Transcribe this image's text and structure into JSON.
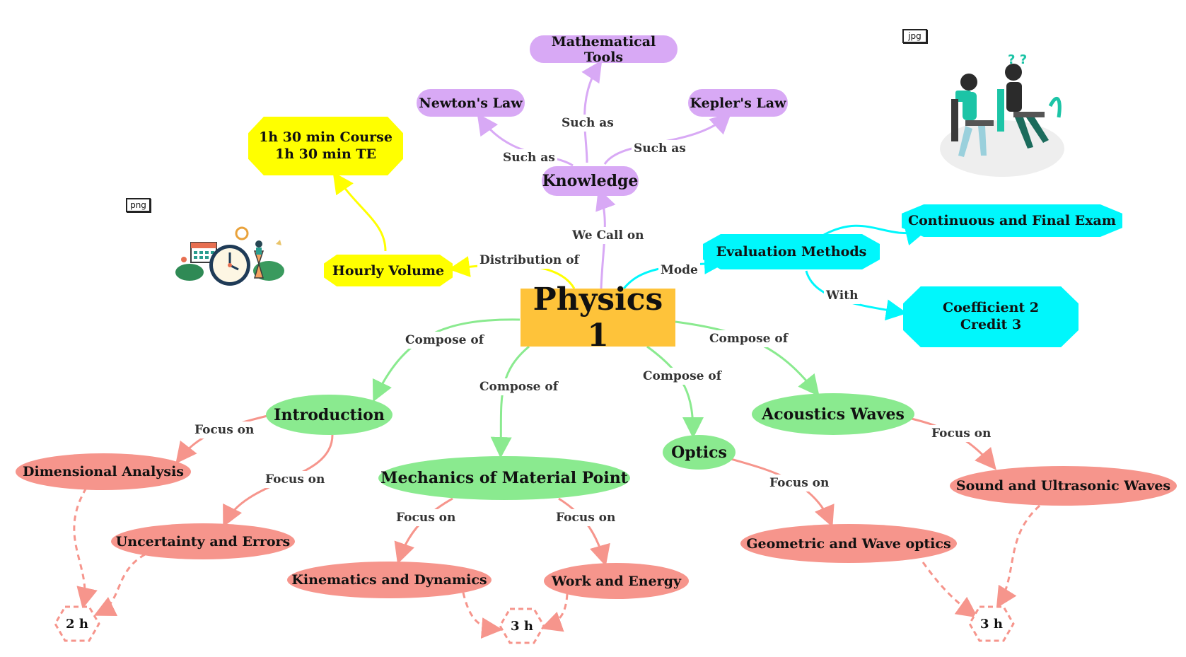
{
  "colors": {
    "center": "#fec33a",
    "knowledge": "#d8a9f5",
    "evaluation": "#00f7fc",
    "hours": "#ffff00",
    "chapter": "#8aea8f",
    "topic": "#f6958c",
    "hours_box": "#f6958c"
  },
  "central": {
    "title": "Physics 1"
  },
  "nodes": {
    "knowledge": "Knowledge",
    "math_tools": "Mathematical Tools",
    "newton": "Newton's Law",
    "kepler": "Kepler's Law",
    "hourly_volume": "Hourly Volume",
    "hours_course": "1h 30 min Course\n1h 30 min TE",
    "evaluation": "Evaluation Methods",
    "exam": "Continuous and Final Exam",
    "coefficient": "Coefficient 2\nCredit 3",
    "introduction": "Introduction",
    "mechanics": "Mechanics of Material Point",
    "optics": "Optics",
    "acoustics": "Acoustics Waves",
    "dimensional": "Dimensional Analysis",
    "uncertainty": "Uncertainty and Errors",
    "kinematics": "Kinematics and Dynamics",
    "work": "Work and Energy",
    "geometric": "Geometric and Wave optics",
    "sound": "Sound and Ultrasonic Waves",
    "h_intro": "2 h",
    "h_mech": "3 h",
    "h_optics": "3 h"
  },
  "edge_labels": {
    "we_call_on": "We Call on",
    "such_as_1": "Such as",
    "such_as_2": "Such as",
    "such_as_3": "Such as",
    "distribution_of": "Distribution of",
    "mode": "Mode",
    "with": "With",
    "compose_of_1": "Compose of",
    "compose_of_2": "Compose of",
    "compose_of_3": "Compose of",
    "compose_of_4": "Compose of",
    "focus_on_1": "Focus on",
    "focus_on_2": "Focus on",
    "focus_on_3": "Focus on",
    "focus_on_4": "Focus on",
    "focus_on_5": "Focus on",
    "focus_on_6": "Focus on"
  },
  "images": {
    "png_tag": "png",
    "jpg_tag": "jpg",
    "png_illustration": "clock-calendar-illustration",
    "jpg_illustration": "students-studying-illustration"
  }
}
